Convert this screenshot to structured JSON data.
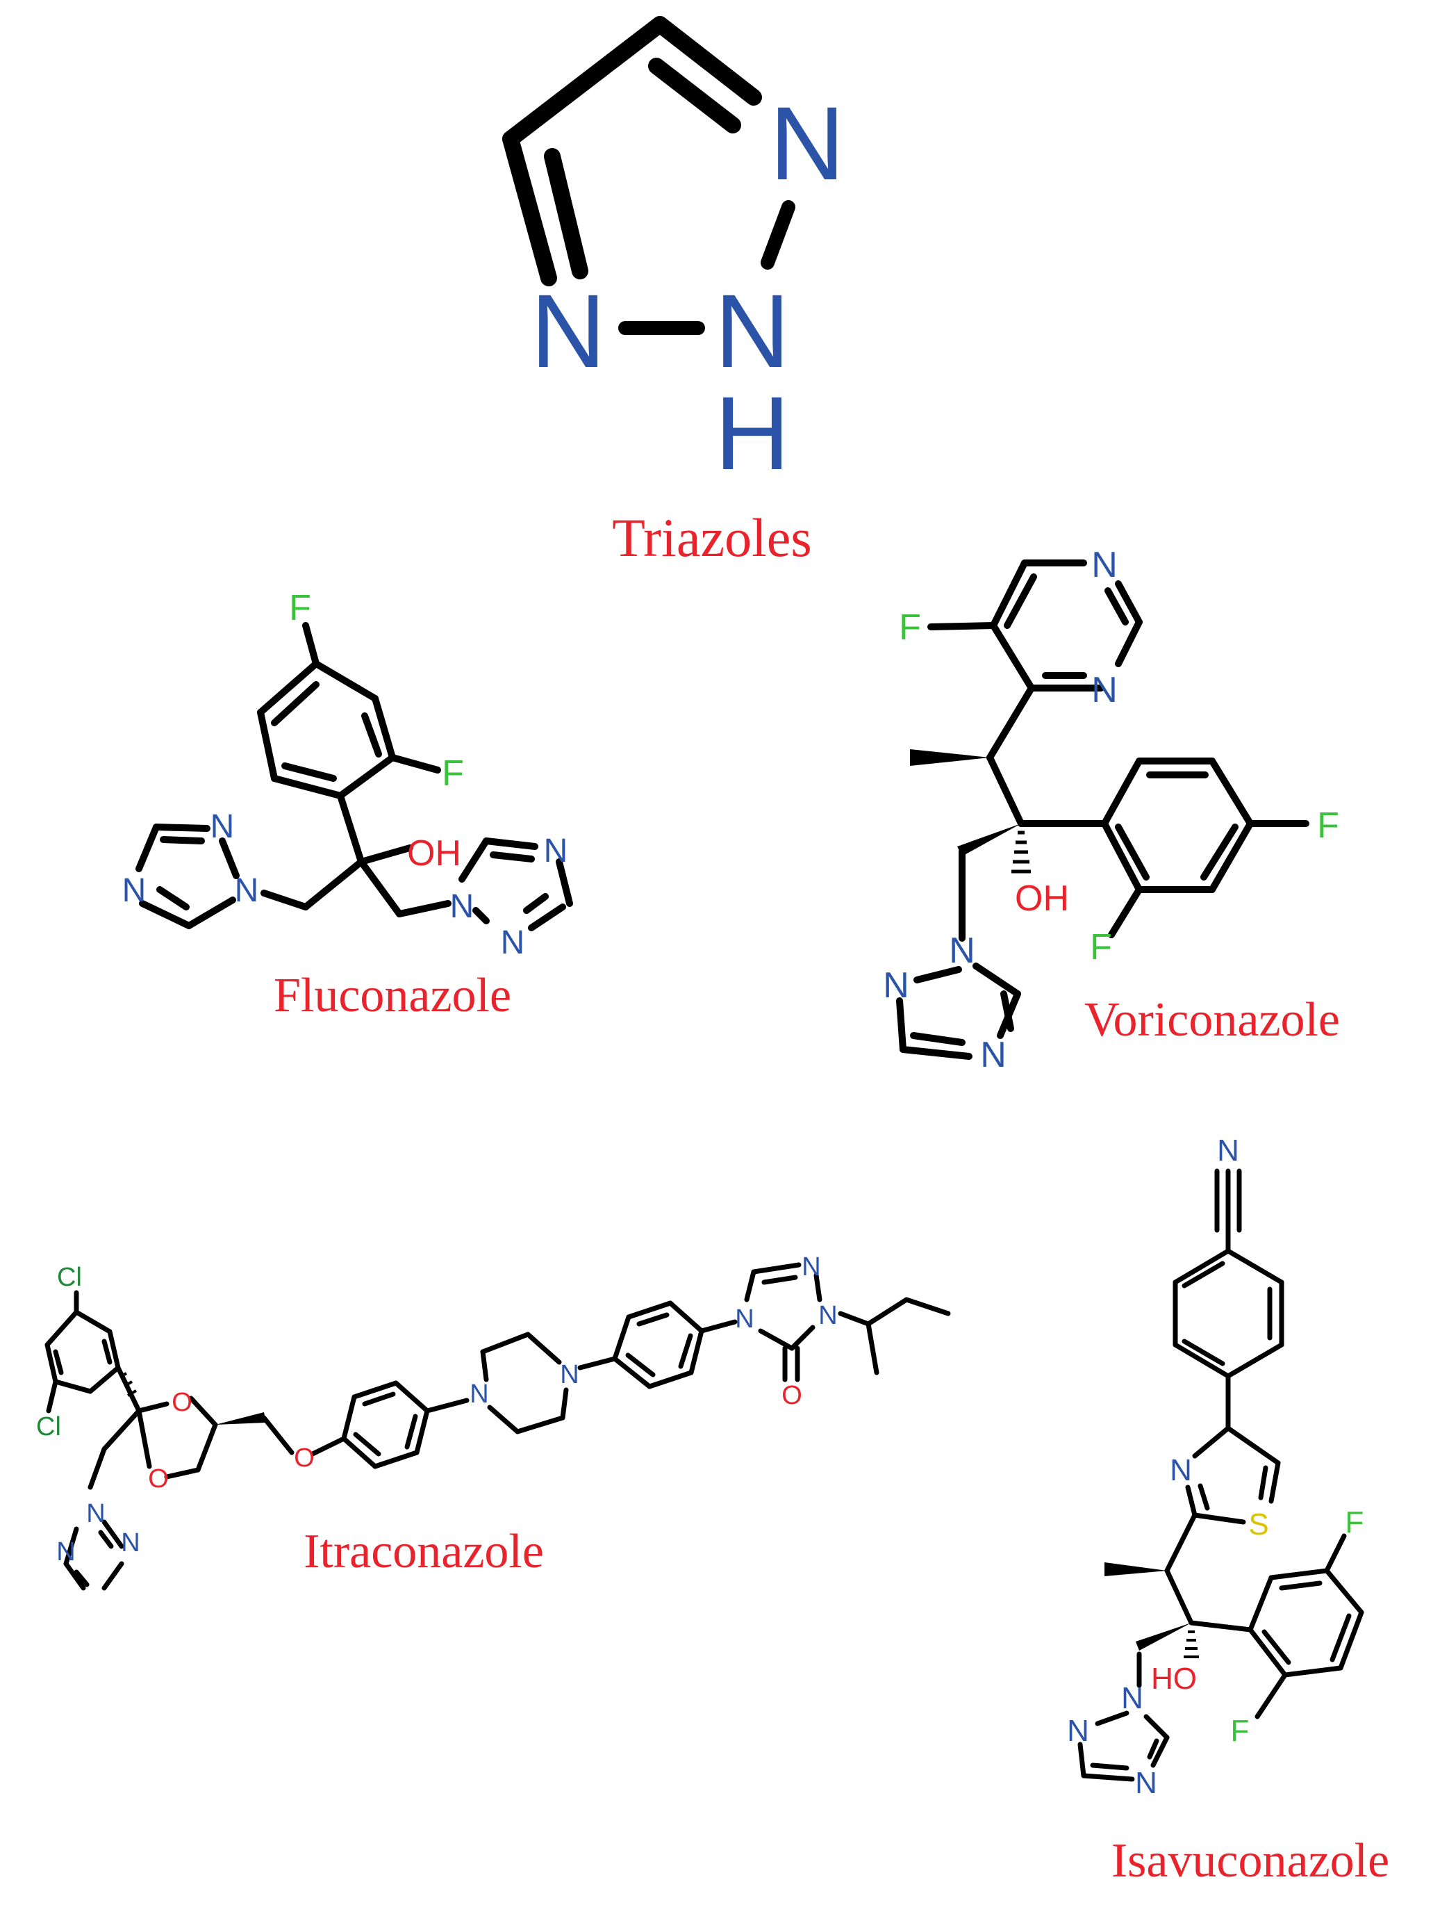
{
  "colors": {
    "bond": "#000000",
    "nitrogen": "#2b54a8",
    "oxygen": "#e8232b",
    "fluorine": "#3cc13c",
    "chlorine": "#1f8a3a",
    "sulfur": "#d9c400",
    "name": "#e8232b"
  },
  "molecules": {
    "triazole": {
      "name": "Triazoles",
      "atoms": {
        "n1": "N",
        "n2": "N",
        "n3": "N",
        "h": "H"
      }
    },
    "fluconazole": {
      "name": "Fluconazole",
      "atoms": {
        "f_top": "F",
        "f_ortho": "F",
        "oh": "OH",
        "tz1_n_a": "N",
        "tz1_n_b": "N",
        "tz1_n_c": "N",
        "tz2_n_a": "N",
        "tz2_n_b": "N",
        "tz2_n_c": "N"
      }
    },
    "voriconazole": {
      "name": "Voriconazole",
      "atoms": {
        "f_pyr": "F",
        "n_pyr_a": "N",
        "n_pyr_b": "N",
        "f_para": "F",
        "f_ortho": "F",
        "oh": "OH",
        "tz_n_a": "N",
        "tz_n_b": "N",
        "tz_n_c": "N"
      }
    },
    "itraconazole": {
      "name": "Itraconazole",
      "atoms": {
        "cl_a": "Cl",
        "cl_b": "Cl",
        "o_ring_a": "O",
        "o_ring_b": "O",
        "o_ether": "O",
        "pip_n_a": "N",
        "pip_n_b": "N",
        "trz_n_a": "N",
        "trz_n_b": "N",
        "trz_n_c": "N",
        "trz_o": "O",
        "tz_n_a": "N",
        "tz_n_b": "N",
        "tz_n_c": "N"
      }
    },
    "isavuconazole": {
      "name": "Isavuconazole",
      "atoms": {
        "nitrile_n": "N",
        "thz_n": "N",
        "thz_s": "S",
        "f_a": "F",
        "f_b": "F",
        "oh": "HO",
        "tz_n_a": "N",
        "tz_n_b": "N",
        "tz_n_c": "N"
      }
    }
  }
}
